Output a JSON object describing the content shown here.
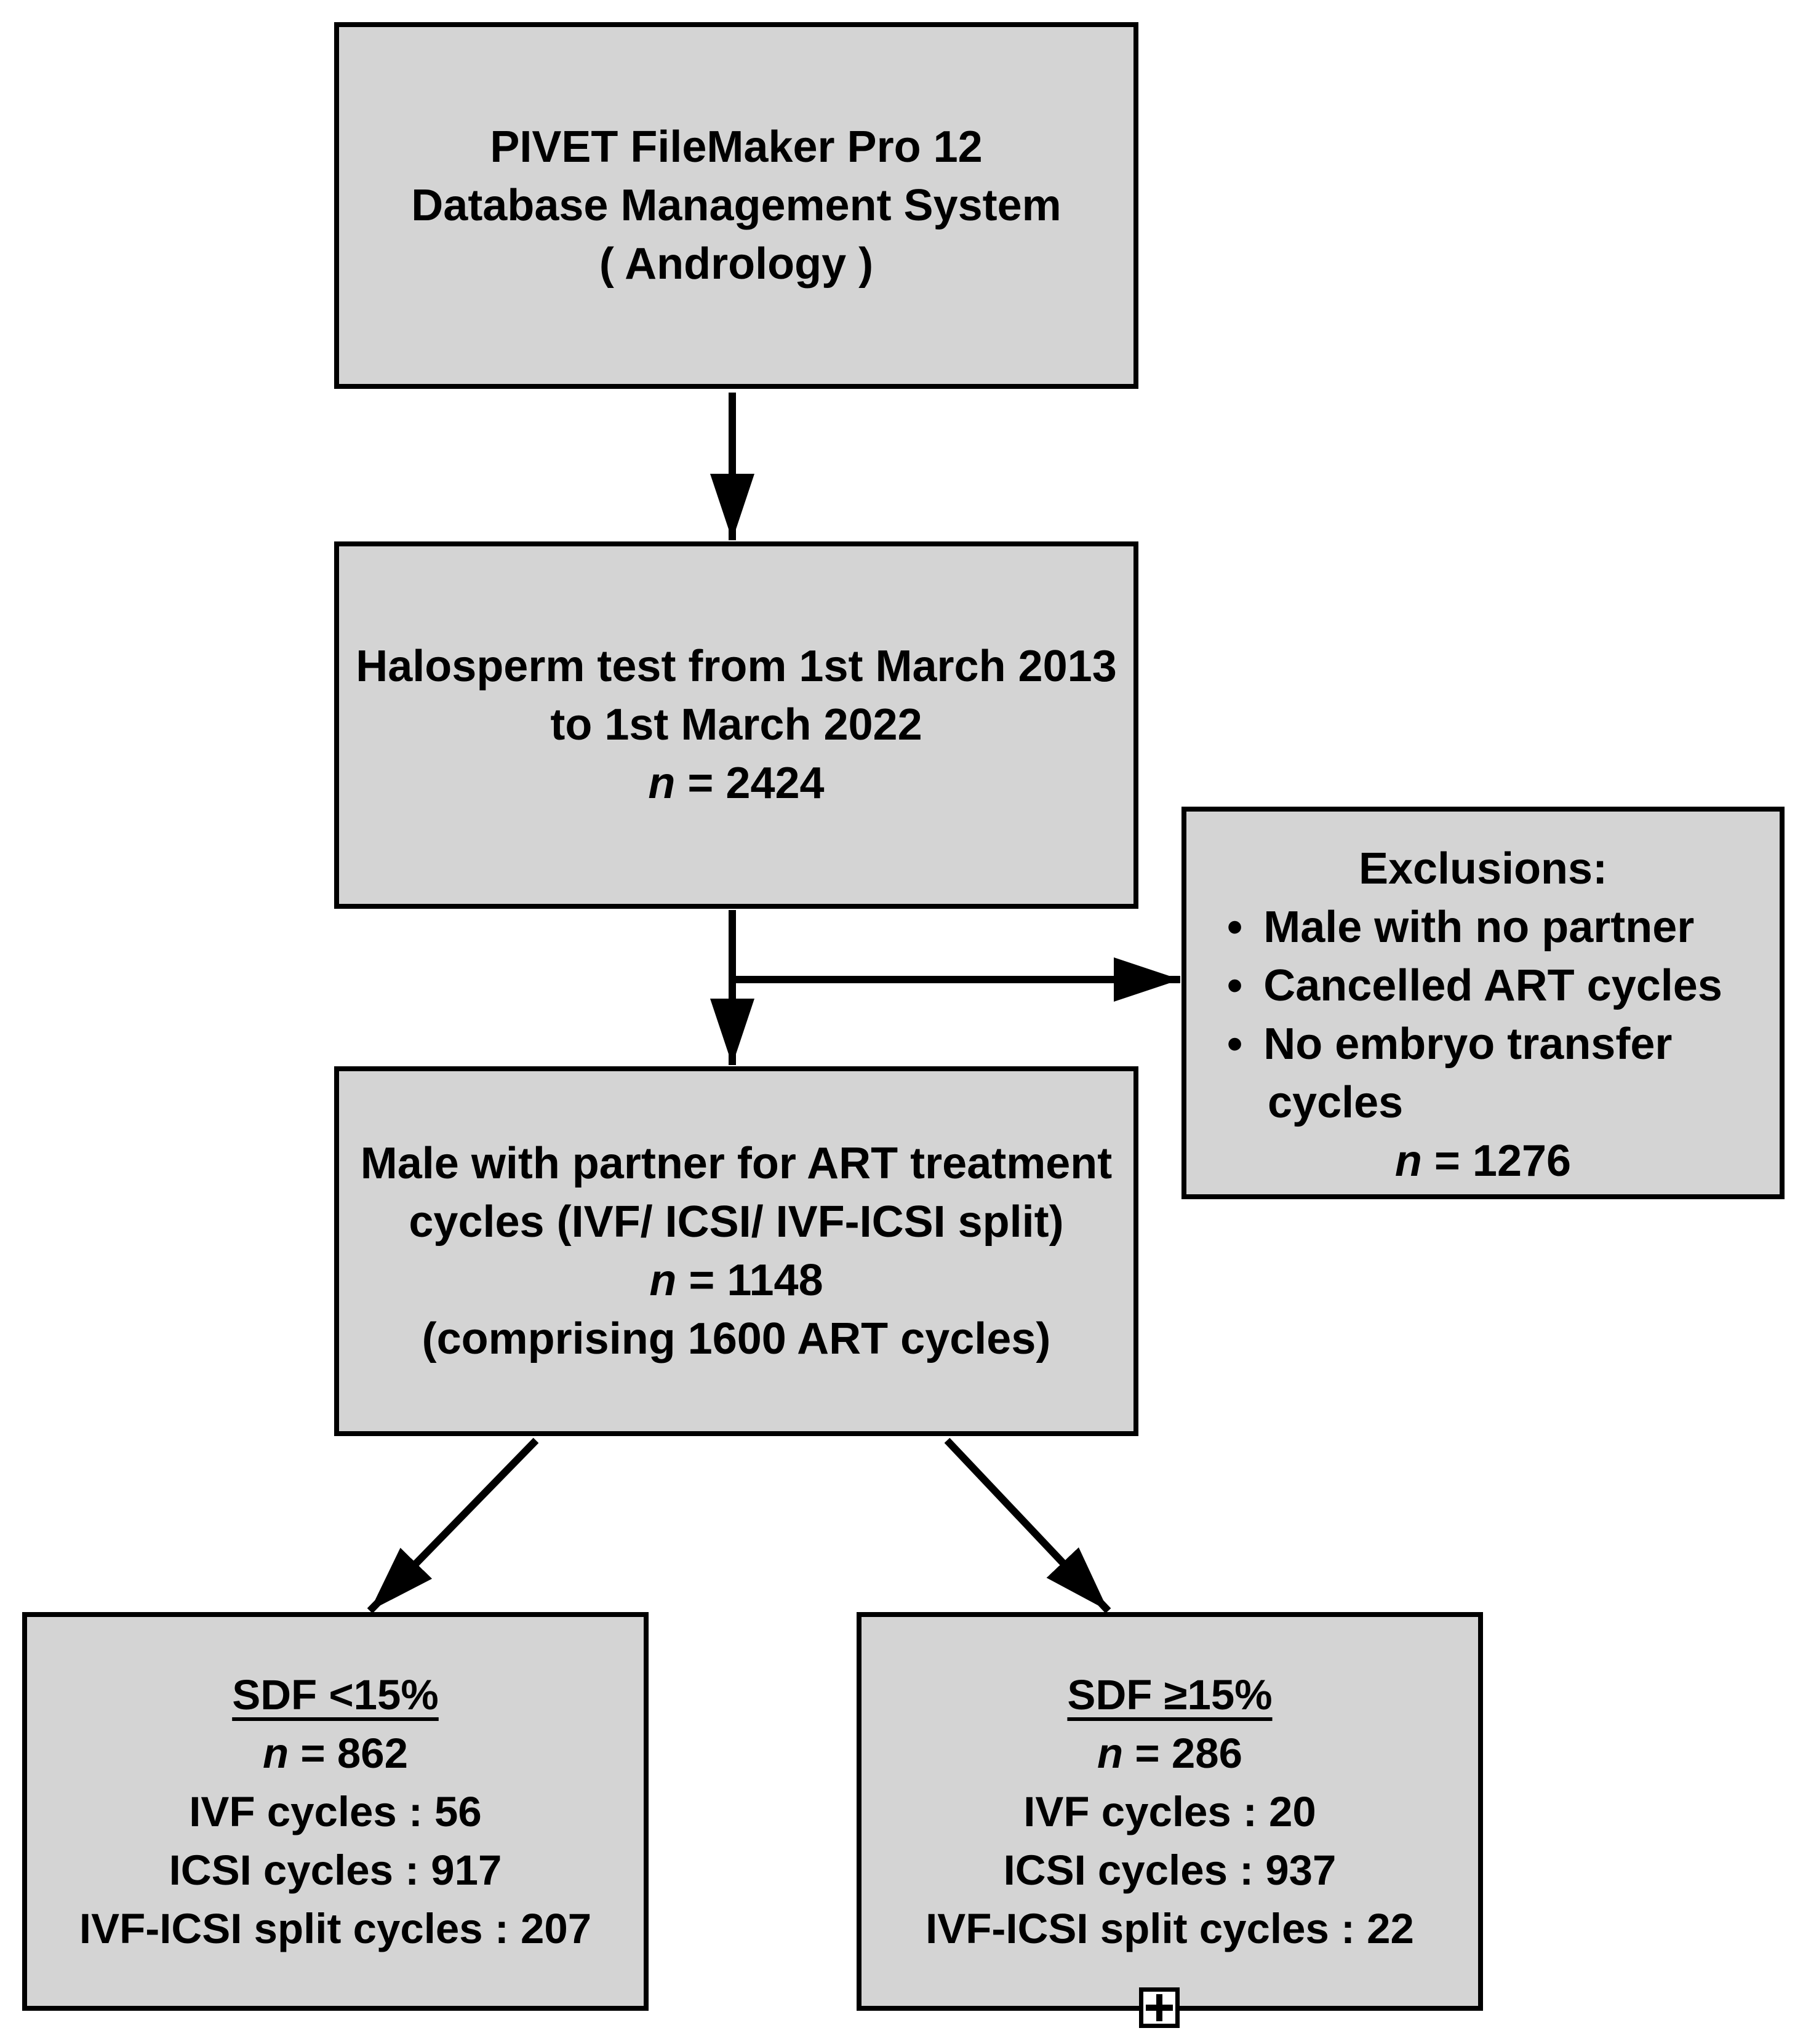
{
  "colors": {
    "background": "#ffffff",
    "box_fill": "#d4d4d4",
    "box_border": "#000000",
    "text": "#000000"
  },
  "boxes": {
    "database": {
      "line1": "PIVET FileMaker Pro 12",
      "line2": "Database Management System",
      "line3": "( Andrology )"
    },
    "halosperm": {
      "line1": "Halosperm test from 1st March 2013",
      "line2": "to 1st March 2022",
      "n_italic": "n",
      "n_text": " = 2424"
    },
    "exclusions": {
      "title": "Exclusions:",
      "bullet_char": "•",
      "bullets": [
        "Male with no partner",
        "Cancelled ART cycles",
        "No embryo transfer cycles"
      ],
      "n_italic": "n",
      "n_text": " = 1276"
    },
    "art_treatment": {
      "line1": "Male with partner for ART treatment",
      "line2": "cycles (IVF/ ICSI/ IVF-ICSI split)",
      "n_italic": "n",
      "n_text": " = 1148",
      "line4": "(comprising 1600 ART cycles)"
    },
    "sdf_low": {
      "title": "SDF <15%",
      "n_italic": "n",
      "n_text": " = 862",
      "ivf_line": "IVF cycles : 56",
      "icsi_line": "ICSI cycles : 917",
      "split_line": "IVF-ICSI split cycles : 207"
    },
    "sdf_high": {
      "title": "SDF ≥15%",
      "n_italic": "n",
      "n_text": " = 286",
      "ivf_line": "IVF cycles : 20",
      "icsi_line": "ICSI cycles : 937",
      "split_line": "IVF-ICSI split cycles : 22"
    }
  },
  "icons": {
    "expand_plus": "+"
  }
}
